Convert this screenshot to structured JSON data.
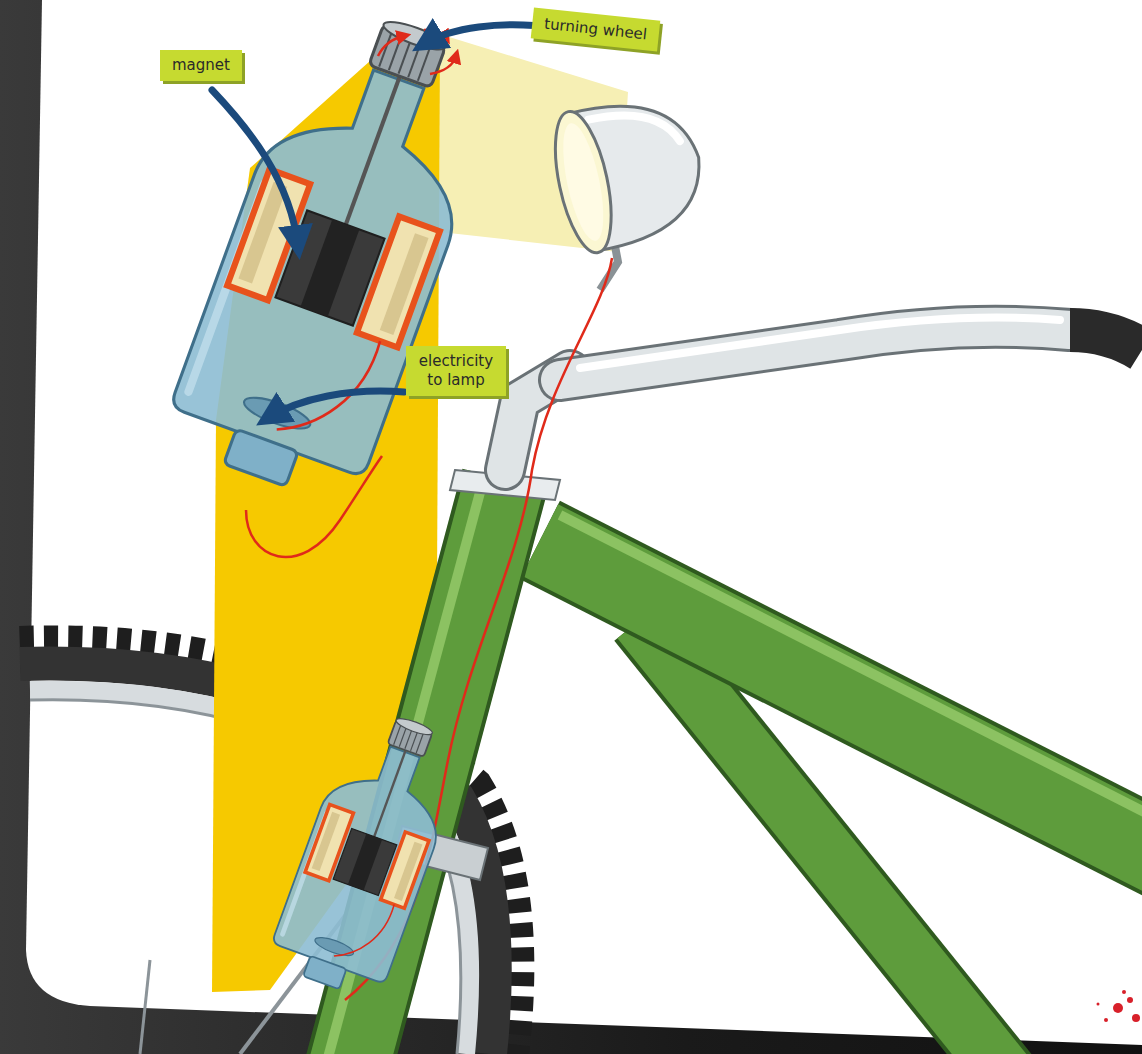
{
  "diagram": {
    "nodes": [
      {
        "text": [
          "turning wheel"
        ]
      },
      {
        "text": [
          "magnet"
        ]
      },
      {
        "text": [
          "electricity to lamp"
        ]
      }
    ]
  }
}
